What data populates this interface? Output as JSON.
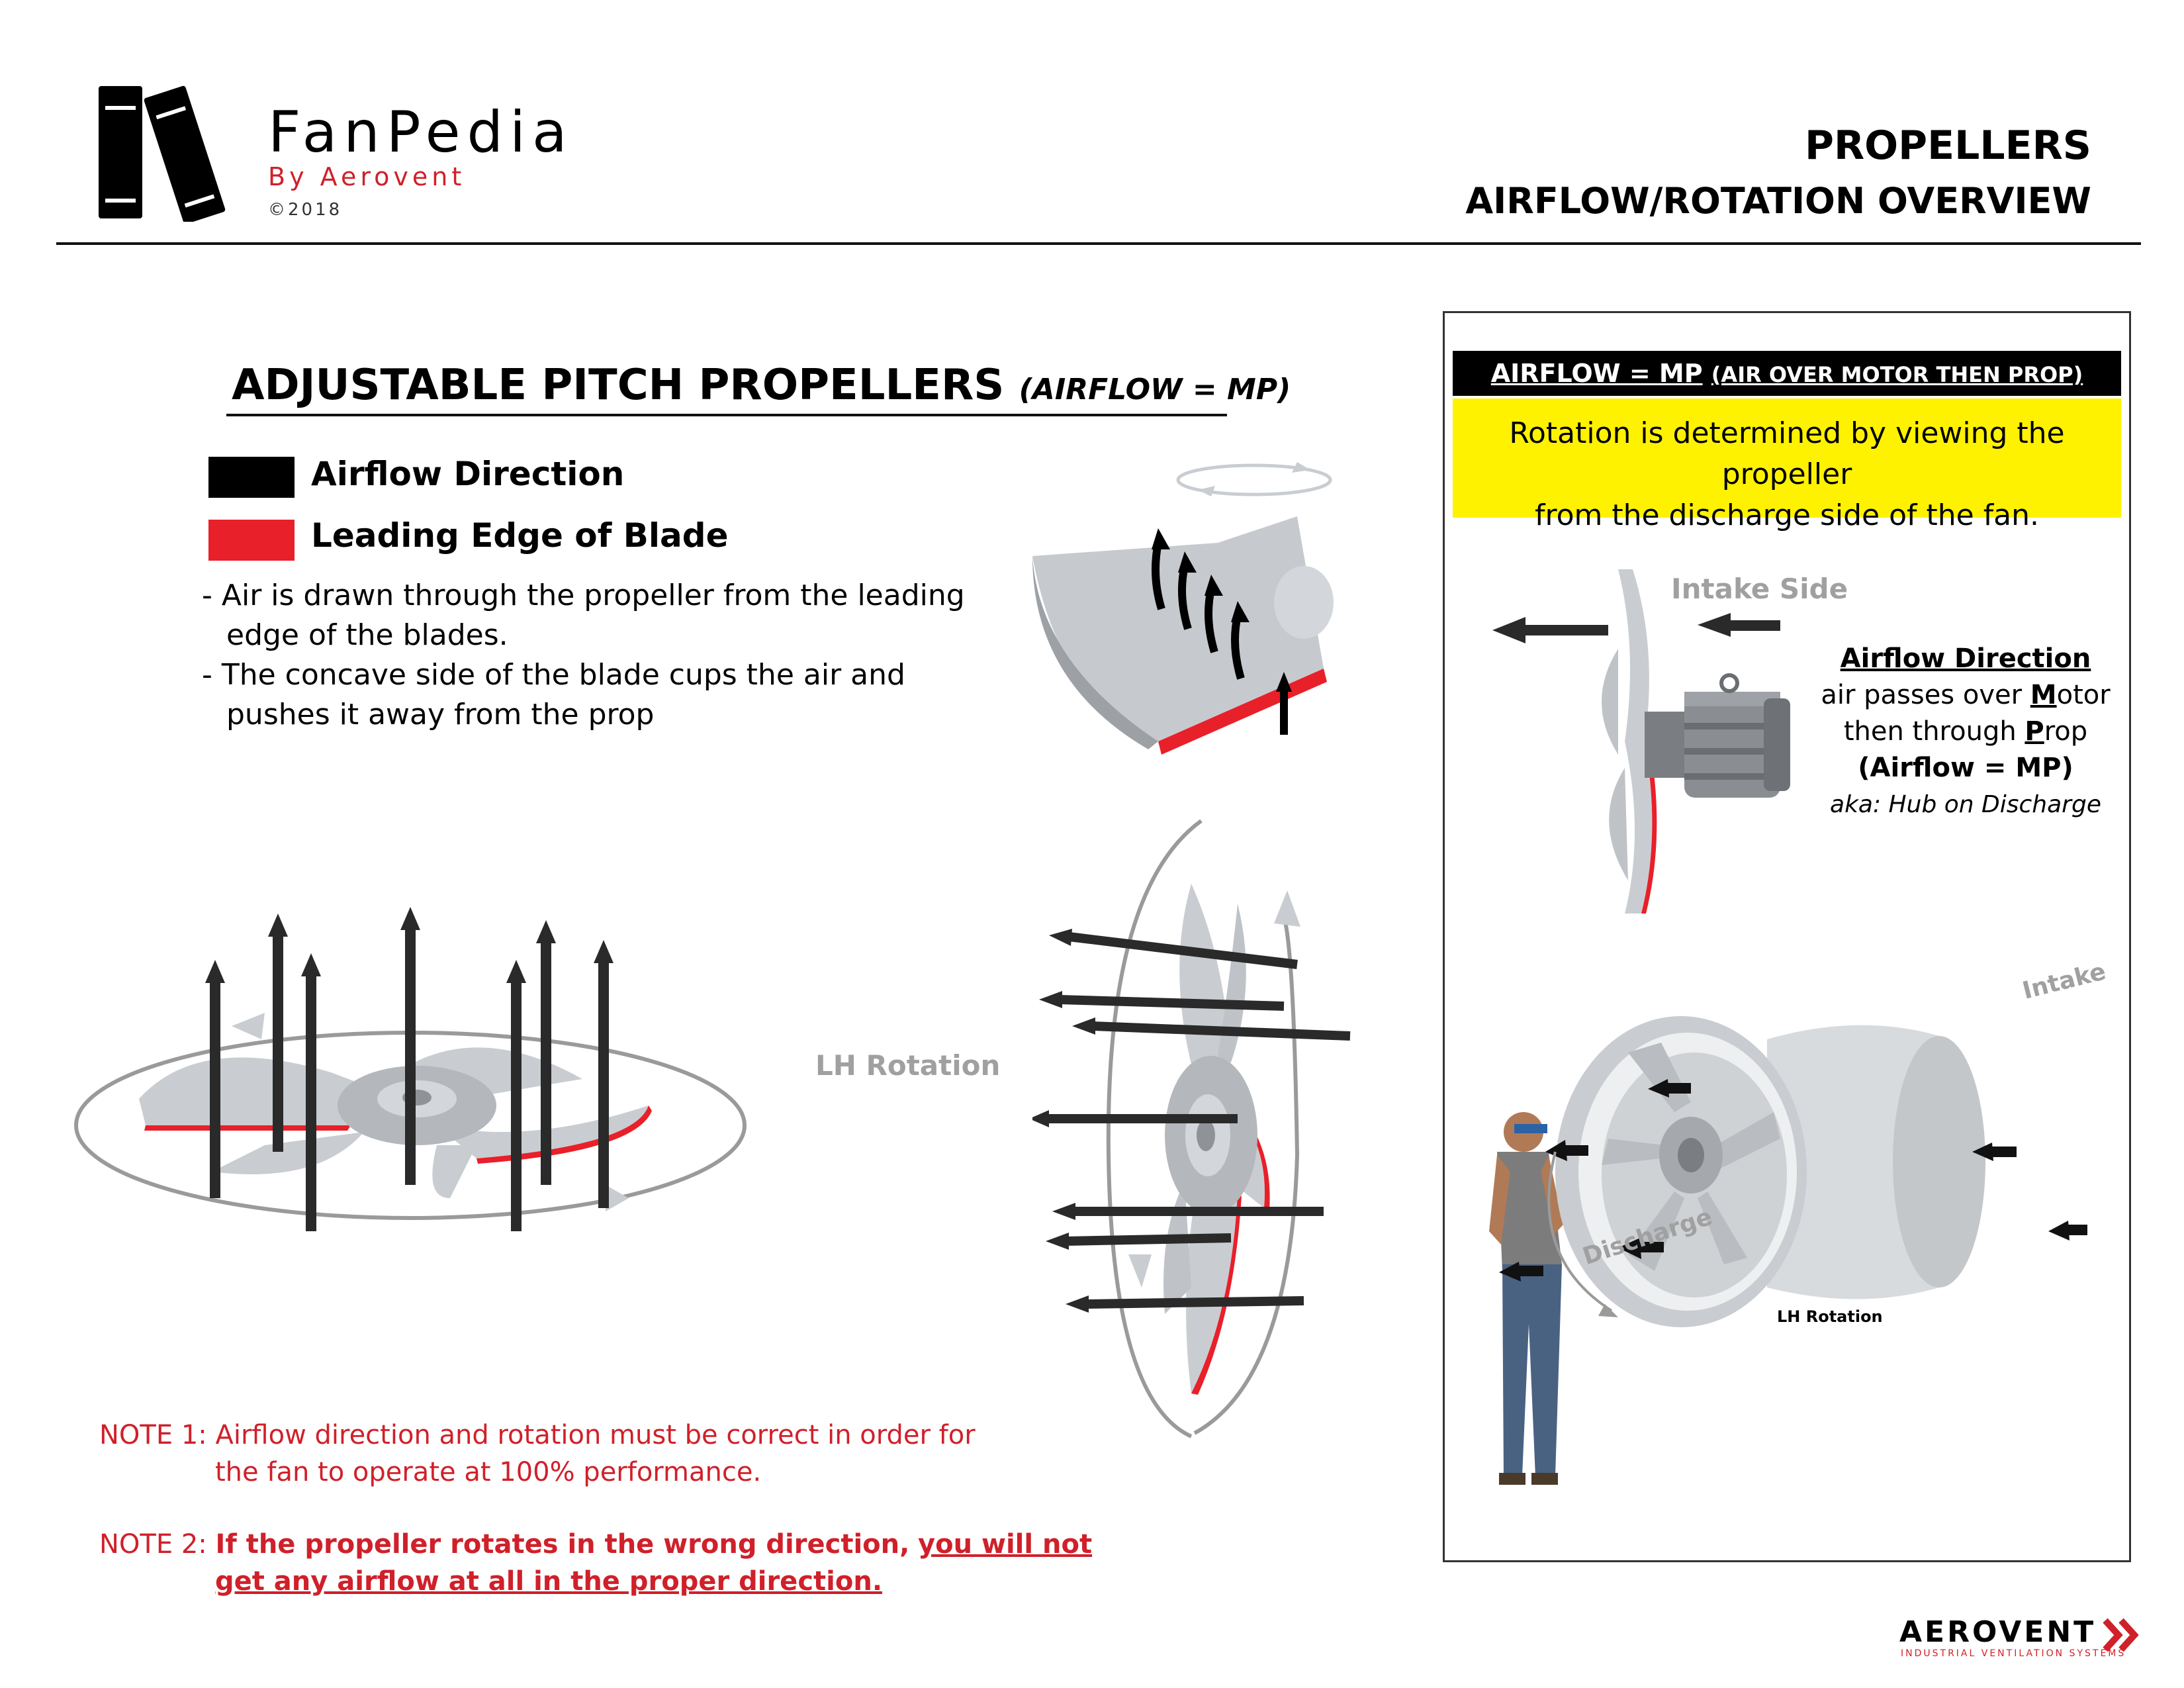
{
  "brand": {
    "title": "FanPedia",
    "subtitle": "By Aerovent",
    "copyright": "©2018"
  },
  "header": {
    "title": "PROPELLERS",
    "subtitle": "AIRFLOW/ROTATION OVERVIEW"
  },
  "section": {
    "title": "ADJUSTABLE PITCH PROPELLERS",
    "tag": "(AIRFLOW = MP)"
  },
  "legend": {
    "items": [
      {
        "label": "Airflow Direction",
        "color": "#000000"
      },
      {
        "label": "Leading Edge of Blade",
        "color": "#e8202a"
      }
    ]
  },
  "description": {
    "lines": [
      "- Air is drawn through the propeller from the leading",
      "edge of the blades.",
      "- The concave side of the blade cups the air and",
      "pushes it away from the prop"
    ]
  },
  "rotation_label": "LH Rotation",
  "notes": {
    "note1_label": "NOTE 1:",
    "note1_line1": "Airflow direction and rotation must be correct in order for",
    "note1_line2": "the fan to operate at 100% performance.",
    "note2_label": "NOTE 2:",
    "note2_bold1": "If the propeller rotates in the wrong direction,",
    "note2_underline1": "you will not",
    "note2_line2": "get any airflow at all in the proper direction."
  },
  "panel": {
    "bar_main": "AIRFLOW = MP",
    "bar_detail": "(AIR OVER MOTOR THEN PROP)",
    "info_line1": "Rotation is determined by viewing the propeller",
    "info_line2": "from the discharge side of the fan.",
    "intake_side": "Intake Side",
    "airflow_heading": "Airflow Direction",
    "airflow_line1_pre": "air passes over ",
    "airflow_line1_key": "M",
    "airflow_line1_post": "otor",
    "airflow_line2_pre": "then through ",
    "airflow_line2_key": "P",
    "airflow_line2_post": "rop",
    "airflow_line3": "(Airflow = MP)",
    "airflow_aka": "aka: Hub on Discharge",
    "intake_label": "Intake",
    "discharge_label": "Discharge",
    "rotation_label": "LH Rotation"
  },
  "footer": {
    "logo": "AEROVENT",
    "tagline": "INDUSTRIAL VENTILATION SYSTEMS"
  },
  "colors": {
    "accent_red": "#d0202a",
    "blade_gray": "#c9cdd1",
    "highlight_yellow": "#fff200"
  }
}
